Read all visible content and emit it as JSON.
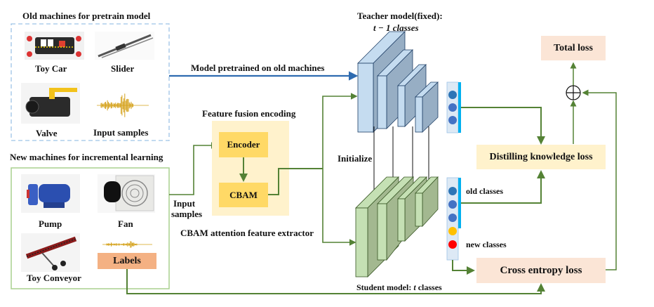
{
  "old_group": {
    "title": "Old machines for pretrain model",
    "items": [
      {
        "label": "Toy Car",
        "icon": "toy-car-image"
      },
      {
        "label": "Slider",
        "icon": "slider-image"
      },
      {
        "label": "Valve",
        "icon": "valve-image"
      },
      {
        "label": "Input samples",
        "icon": "waveform-image"
      }
    ]
  },
  "new_group": {
    "title": "New machines for incremental learning",
    "items": [
      {
        "label": "Pump",
        "icon": "pump-image"
      },
      {
        "label": "Fan",
        "icon": "fan-image"
      },
      {
        "label": "Toy Conveyor",
        "icon": "toy-conveyor-image"
      }
    ],
    "labels_box": "Labels"
  },
  "arrows": {
    "pretrained": "Model pretrained on old machines",
    "input_samples_line1": "Input",
    "input_samples_line2": "samples",
    "initialize": "Initialize"
  },
  "fusion": {
    "title": "Feature fusion encoding",
    "encoder": "Encoder",
    "cbam": "CBAM",
    "caption": "CBAM attention feature extractor"
  },
  "teacher": {
    "title_line1": "Teacher model(fixed):",
    "title_line2": "t − 1 classes"
  },
  "student": {
    "caption_prefix": "Student model: ",
    "caption_var": "t",
    "caption_suffix": " classes",
    "old_classes": "old classes",
    "new_classes": "new classes"
  },
  "losses": {
    "total": "Total loss",
    "distill": "Distilling knowledge loss",
    "cross_entropy": "Cross entropy loss",
    "sum_symbol": "⊕"
  },
  "colors": {
    "pretrain_arrow": "#2e6bb0",
    "flow_arrow": "#548235",
    "old_border": "#9dc3e6",
    "new_border": "#a9d18e",
    "teacher_face": "#c5dcf0",
    "teacher_side": "#97aec4",
    "student_face": "#c5e0b4",
    "student_side": "#a3b890",
    "fusion_bg": "#fff2cc",
    "fusion_block": "#ffd966",
    "labels_bg": "#f4b183",
    "total_bg": "#fbe5d6",
    "distill_bg": "#fff2cc",
    "ce_bg": "#fbe5d6",
    "node_old": "#2e75b6",
    "node_blue": "#4472c4",
    "node_new1": "#ffc000",
    "node_new2": "#ff0000",
    "output_bar": "#00b0f0"
  }
}
